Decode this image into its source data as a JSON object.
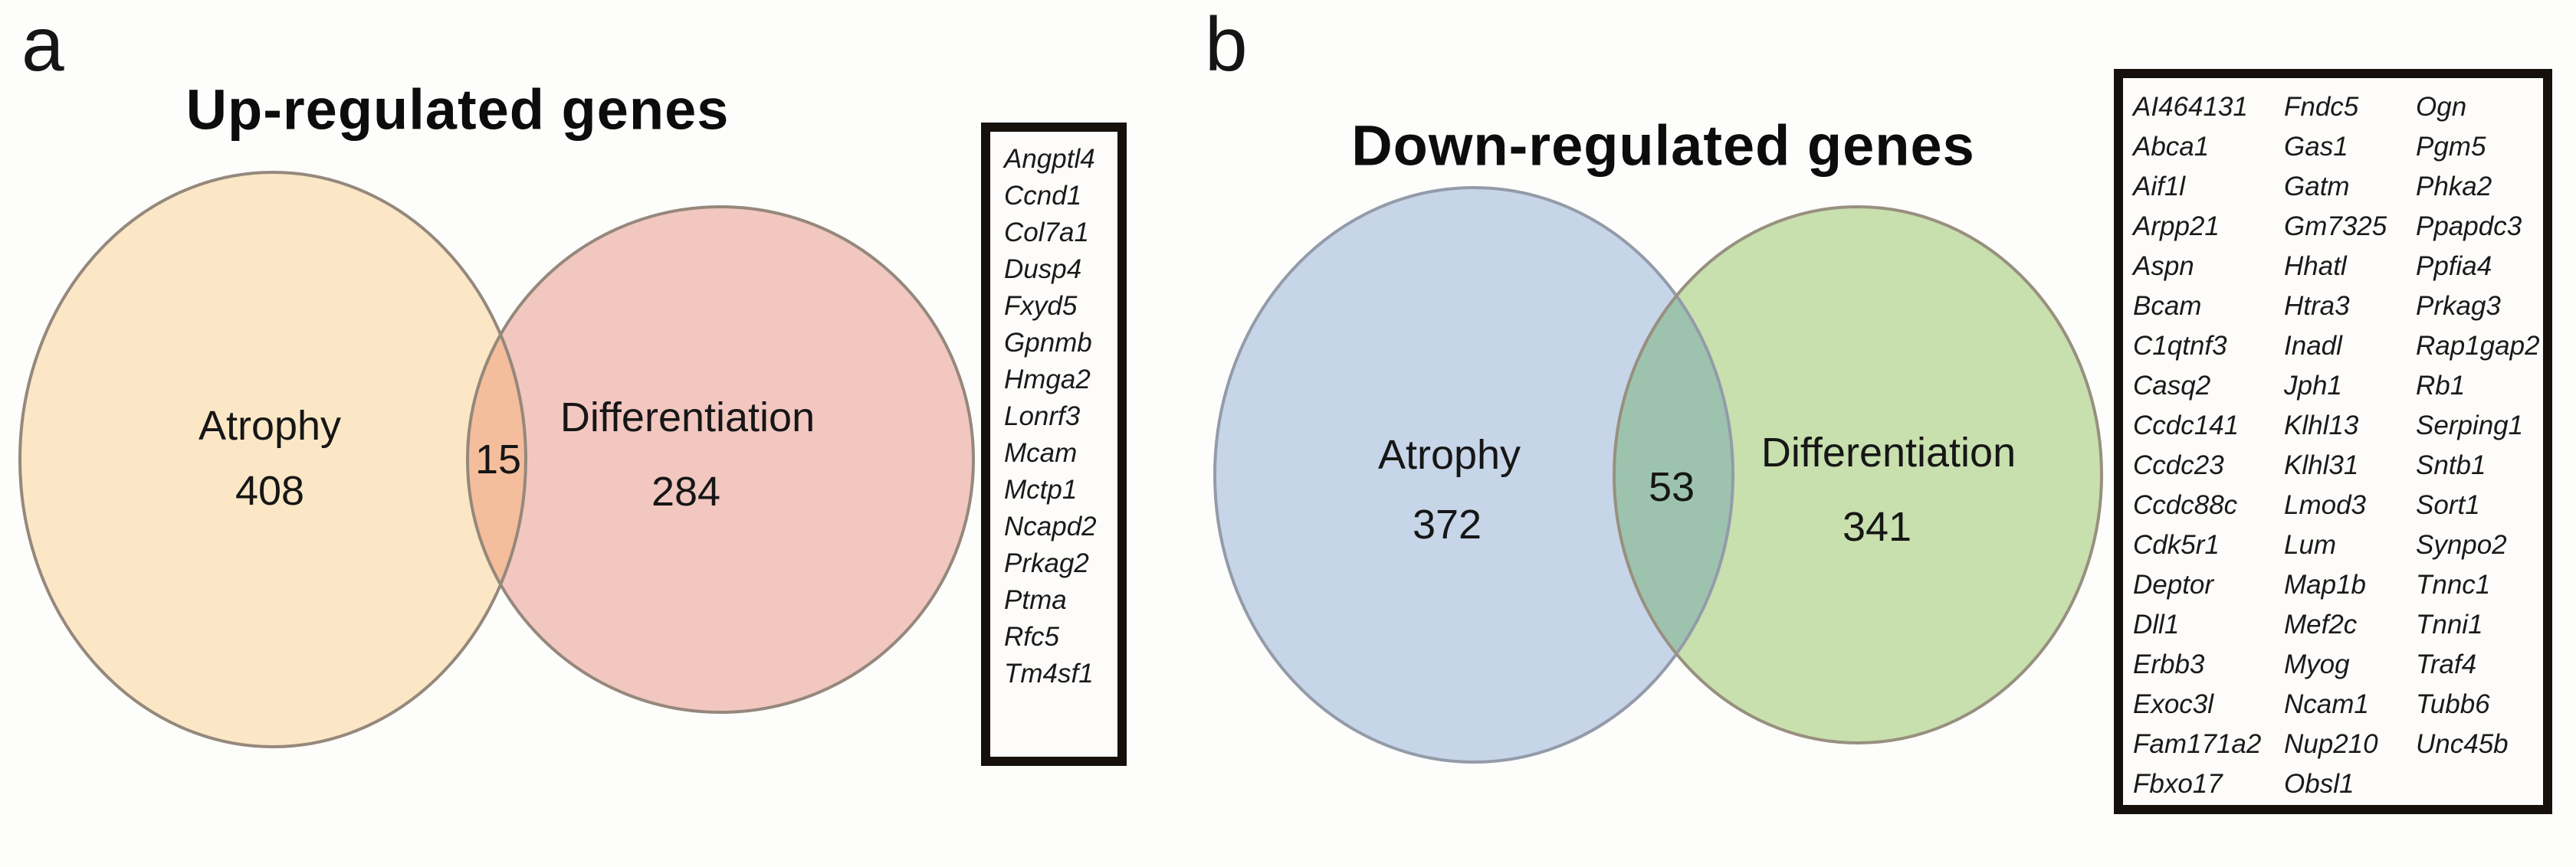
{
  "figure": {
    "background": "#fdfdfb"
  },
  "panel_a": {
    "label": "a",
    "title": "Up-regulated genes",
    "venn": {
      "left_set": "Atrophy",
      "left_count": "408",
      "right_set": "Differentiation",
      "right_count": "284",
      "overlap_count": "15"
    },
    "shared_genes": [
      "Angptl4",
      "Ccnd1",
      "Col7a1",
      "Dusp4",
      "Fxyd5",
      "Gpnmb",
      "Hmga2",
      "Lonrf3",
      "Mcam",
      "Mctp1",
      "Ncapd2",
      "Prkag2",
      "Ptma",
      "Rfc5",
      "Tm4sf1"
    ]
  },
  "panel_b": {
    "label": "b",
    "title": "Down-regulated genes",
    "venn": {
      "left_set": "Atrophy",
      "left_count": "372",
      "right_set": "Differentiation",
      "right_count": "341",
      "overlap_count": "53"
    },
    "shared_genes_columns": [
      [
        "AI464131",
        "Abca1",
        "Aif1l",
        "Arpp21",
        "Aspn",
        "Bcam",
        "C1qtnf3",
        "Casq2",
        "Ccdc141",
        "Ccdc23",
        "Ccdc88c",
        "Cdk5r1",
        "Deptor",
        "Dll1",
        "Erbb3",
        "Exoc3l",
        "Fam171a2",
        "Fbxo17"
      ],
      [
        "Fndc5",
        "Gas1",
        "Gatm",
        "Gm7325",
        "Hhatl",
        "Htra3",
        "Inadl",
        "Jph1",
        "Klhl13",
        "Klhl31",
        "Lmod3",
        "Lum",
        "Map1b",
        "Mef2c",
        "Myog",
        "Ncam1",
        "Nup210",
        "Obsl1"
      ],
      [
        "Ogn",
        "Pgm5",
        "Phka2",
        "Ppapdc3",
        "Ppfia4",
        "Prkag3",
        "Rap1gap2",
        "Rb1",
        "Serping1",
        "Sntb1",
        "Sort1",
        "Synpo2",
        "Tnnc1",
        "Tnni1",
        "Traf4",
        "Tubb6",
        "Unc45b"
      ]
    ]
  },
  "colors": {
    "atrophy_up_fill": "#fbe7c5",
    "differentiation_up_fill": "#f2c7c0",
    "overlap_up_fill": "#f4bd9b",
    "atrophy_down_fill": "#c6d5e8",
    "differentiation_down_fill": "#c8dfae",
    "overlap_down_fill": "#9dc3af",
    "circle_stroke_warm": "#95887c",
    "circle_stroke_cool": "#949ba8",
    "box_border": "#16100c"
  }
}
